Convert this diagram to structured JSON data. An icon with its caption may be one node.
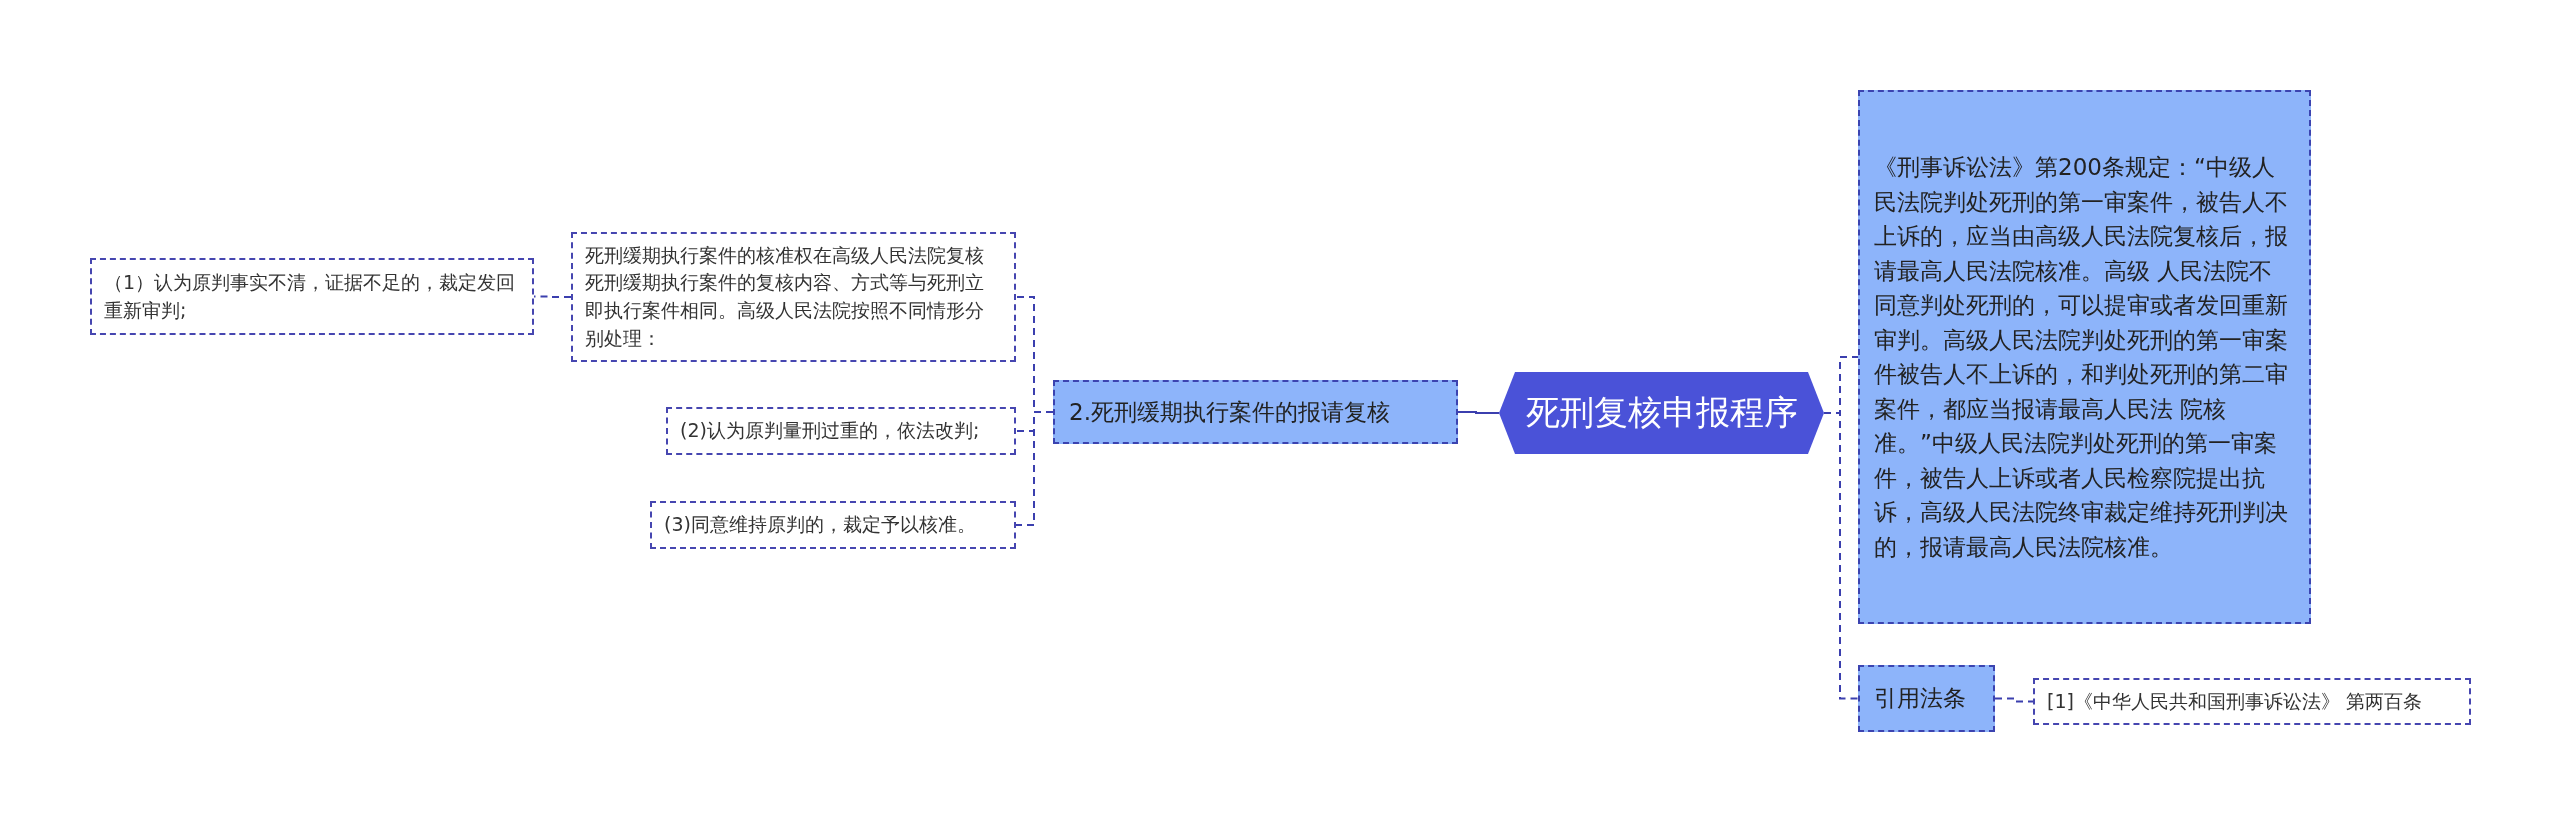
{
  "diagram": {
    "nodes": [
      {
        "text": [
          "死刑复核申报程序"
        ]
      },
      {
        "text": [
          "《刑事诉讼法》第200条规定：“中级人民法院判处死刑的第一审案件，被告人不上诉的，应当由高级人民法院复核后，报请最高人民法院核准。高级 人民法院不同意判处死刑的，可以提审或者发回重新审判。高级人民法院判处死刑的第一审案件被告人不上诉的，和判处死刑的第二审案件，都应当报请最高人民法 院核准。”中级人民法院判处死刑的第一审案件，被告人上诉或者人民检察院提出抗诉，高级人民法院终审裁定维持死刑判决的，报请最高人民法院核准。"
        ]
      },
      {
        "text": [
          "引用法条"
        ]
      },
      {
        "text": [
          "[1]《中华人民共和国刑事诉讼法》 第两百条"
        ]
      },
      {
        "text": [
          "2.死刑缓期执行案件的报请复核"
        ]
      },
      {
        "text": [
          "死刑缓期执行案件的核准权在高级人民法院复核死刑缓期执行案件的复核内容、方式等与死刑立即执行案件相同。高级人民法院按照不同情形分别处理："
        ]
      },
      {
        "text": [
          "（1）认为原判事实不清，证据不足的，裁定发回重新审判;"
        ]
      },
      {
        "text": [
          "(2)认为原判量刑过重的，依法改判;"
        ]
      },
      {
        "text": [
          "(3)同意维持原判的，裁定予以核准。"
        ]
      }
    ],
    "edges": [
      {
        "from": 0,
        "to": 1,
        "arrow": "none",
        "style": "dashed"
      },
      {
        "from": 0,
        "to": 2,
        "arrow": "none",
        "style": "dashed"
      },
      {
        "from": 2,
        "to": 3,
        "arrow": "none",
        "style": "dashed"
      },
      {
        "from": 0,
        "to": 4,
        "arrow": "none"
      },
      {
        "from": 4,
        "to": 5,
        "arrow": "none",
        "style": "dashed"
      },
      {
        "from": 4,
        "to": 7,
        "arrow": "none",
        "style": "dashed"
      },
      {
        "from": 4,
        "to": 8,
        "arrow": "none",
        "style": "dashed"
      },
      {
        "from": 5,
        "to": 6,
        "arrow": "none",
        "style": "dashed"
      }
    ]
  }
}
